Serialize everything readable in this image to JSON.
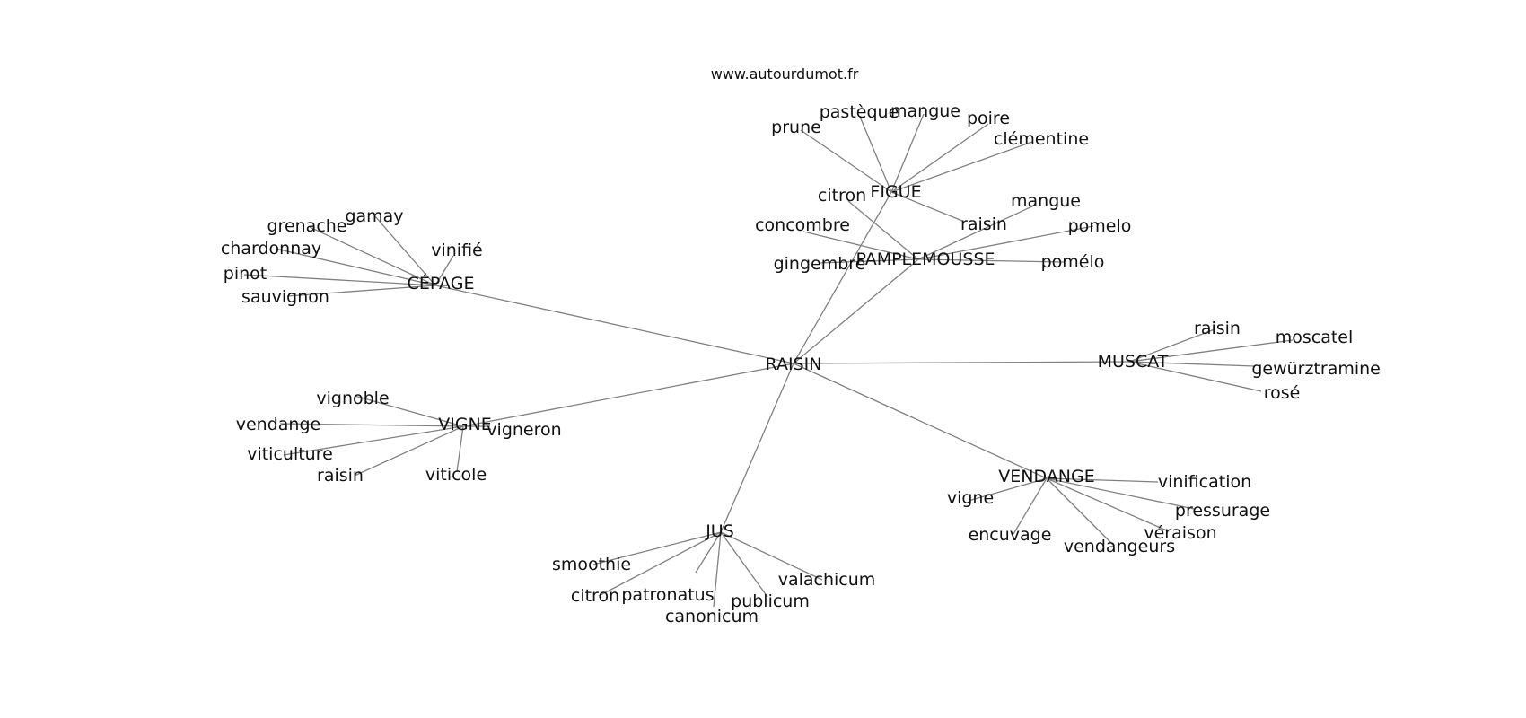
{
  "source": "www.autourdumot.fr",
  "graph": {
    "center": "RAISIN",
    "groups": [
      {
        "hub": "FIGUE",
        "words": [
          "prune",
          "pastèque",
          "mangue",
          "poire",
          "clémentine",
          "raisin"
        ]
      },
      {
        "hub": "PAMPLEMOUSSE",
        "words": [
          "citron",
          "concombre",
          "gingembre",
          "mangue",
          "pomelo",
          "pomélo"
        ]
      },
      {
        "hub": "CÉPAGE",
        "words": [
          "grenache",
          "gamay",
          "vinifié",
          "chardonnay",
          "pinot",
          "sauvignon"
        ]
      },
      {
        "hub": "MUSCAT",
        "words": [
          "raisin",
          "moscatel",
          "gewürztraminer",
          "rosé"
        ]
      },
      {
        "hub": "VIGNE",
        "words": [
          "vignoble",
          "vendange",
          "viticulture",
          "raisin",
          "viticole",
          "vigneron"
        ]
      },
      {
        "hub": "VENDANGE",
        "words": [
          "vigne",
          "vinification",
          "pressurage",
          "encuvage",
          "vendangeurs",
          "véraison"
        ]
      },
      {
        "hub": "JUS",
        "words": [
          "smoothie",
          "citron",
          "patronatus",
          "canonicum",
          "publicum",
          "valachicum"
        ]
      }
    ]
  }
}
